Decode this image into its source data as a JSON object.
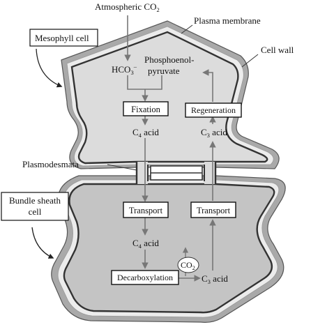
{
  "labels": {
    "atmospheric": "Atmospheric CO",
    "atmospheric_sub": "2",
    "plasma_membrane": "Plasma membrane",
    "cell_wall": "Cell wall",
    "mesophyll_cell": "Mesophyll cell",
    "hco3": "HCO",
    "hco3_sub": "3",
    "hco3_sup": "–",
    "pep_line1": "Phosphoenol-",
    "pep_line2": "pyruvate",
    "fixation": "Fixation",
    "regeneration": "Regeneration",
    "c4_acid_top": "C",
    "c4_acid_top_sub": "4",
    "c4_acid_top_rest": " acid",
    "c3_acid_top": "C",
    "c3_acid_top_sub": "3",
    "c3_acid_top_rest": " acid",
    "plasmodesmata": "Plasmodesmata",
    "bundle_sheath_line1": "Bundle sheath",
    "bundle_sheath_line2": "cell",
    "transport_left": "Transport",
    "transport_right": "Transport",
    "c4_acid_bottom": "C",
    "c4_acid_bottom_sub": "4",
    "c4_acid_bottom_rest": " acid",
    "decarboxylation": "Decarboxylation",
    "co2": "CO",
    "co2_sub": "2",
    "c3_acid_bottom": "C",
    "c3_acid_bottom_sub": "3",
    "c3_acid_bottom_rest": " acid"
  },
  "colors": {
    "cell_wall_fill": "#a9a9a9",
    "mesophyll_fill": "#dcdcdc",
    "bundle_fill": "#c4c4c4",
    "arrow": "#777777",
    "box_border": "#111111"
  }
}
